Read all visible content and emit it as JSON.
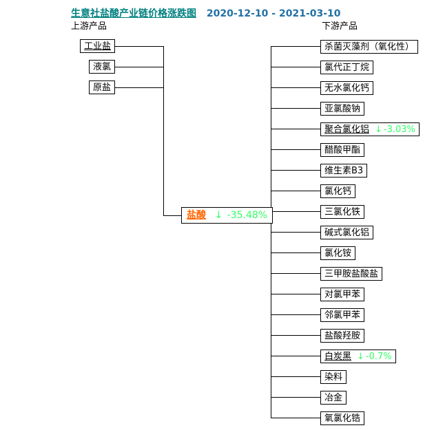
{
  "title": {
    "text": "生意社盐酸产业链价格涨跌图",
    "date_range": "2020-12-10 - 2021-03-10"
  },
  "colors": {
    "title_teal": "#008080",
    "date_blue": "#2271a6",
    "center_orange": "#ff6600",
    "change_green": "#33ff66",
    "line_black": "#000000"
  },
  "upstream": {
    "header": "上游产品",
    "items": [
      {
        "label": "工业盐",
        "linked": true
      },
      {
        "label": "液氯",
        "linked": false
      },
      {
        "label": "原盐",
        "linked": false
      }
    ]
  },
  "center": {
    "label": "盐酸",
    "change_arrow": "↓",
    "change_value": "-35.48%",
    "linked": true
  },
  "downstream": {
    "header": "下游产品",
    "items": [
      {
        "label": "杀菌灭藻剂（氧化性）"
      },
      {
        "label": "氯代正丁烷"
      },
      {
        "label": "无水氯化钙"
      },
      {
        "label": "亚氯酸钠"
      },
      {
        "label": "聚合氯化铝",
        "change_arrow": "↓",
        "change_value": "-3.03%",
        "linked": true
      },
      {
        "label": "醋酸甲酯"
      },
      {
        "label": "维生素B3"
      },
      {
        "label": "氯化钙"
      },
      {
        "label": "三氯化铁"
      },
      {
        "label": "碱式氯化铝"
      },
      {
        "label": "氯化铵"
      },
      {
        "label": "三甲胺盐酸盐"
      },
      {
        "label": "对氯甲苯"
      },
      {
        "label": "邻氯甲苯"
      },
      {
        "label": "盐酸羟胺"
      },
      {
        "label": "白炭黑",
        "change_arrow": "↓",
        "change_value": "-0.7%",
        "linked": true
      },
      {
        "label": "染料"
      },
      {
        "label": "冶金"
      },
      {
        "label": "氧氯化锆"
      }
    ]
  }
}
